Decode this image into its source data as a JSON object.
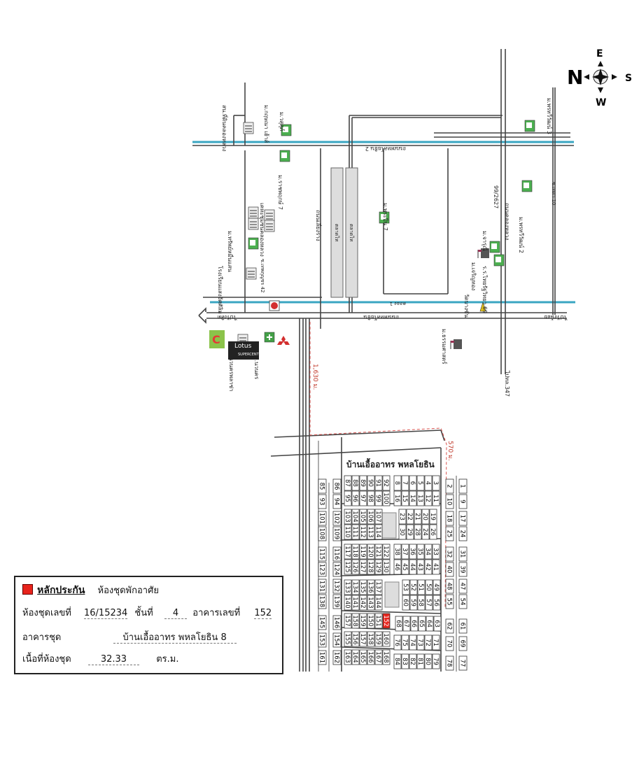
{
  "compass": {
    "n": "N",
    "e": "E",
    "s": "S",
    "w": "W"
  },
  "map": {
    "labels": [
      "สน.ที่ดินคลองหลวง",
      "ม.กฤษณา เฮ้าส์",
      "ม.วสุศุภ์",
      "ม.ราชพฤกษ์ 7",
      "เคหะชุมชนคลองหลวง",
      "ม.ทรัพย์หมื่นแสน",
      "โรงเรียนแสงอัศศัลิม",
      "ซ.เทพกุญชร 42",
      "ถนนเลี่ยงราง",
      "ตลาดไท",
      "ตลาดไท",
      "ม.พระปิ่น 7",
      "ถนนพหลโยธิน 2",
      "99/2627",
      "ถนนคลองหลวง",
      "ม.จารุณี",
      "ม.พรทวีวัฒน์ 2",
      "ม.พรทวีวัฒน์ 3",
      "ซ.เทศา 10",
      "ร.ร.ไทยรัฐวิทยา 69",
      "ม.เจริญทอง",
      "วัดบางขัน",
      "คลอง 1",
      "ถนนพหลโยธิน",
      "ไปรังสิต",
      "ไปวังน้อย",
      "ไปทล.347",
      "ม.ธรรมศาสตร์",
      "นวนครพลาซ่า",
      "รพ.นวนคร",
      "1,630 ม.",
      "570 ม.",
      "บ้านเอื้ออาทร พหลโยธิน",
      "Lotus",
      "SUPERCENTER"
    ],
    "units": {
      "b1_top_l": [
        "87",
        "88",
        "89",
        "90",
        "91",
        "92"
      ],
      "b1_top_r": [
        "8",
        "7",
        "6",
        "5",
        "4",
        "3"
      ],
      "b1_bot_l": [
        "95",
        "96",
        "97",
        "98",
        "99",
        "100"
      ],
      "b1_bot_r": [
        "16",
        "15",
        "14",
        "13",
        "12",
        "11"
      ],
      "b2_top_l": [
        "103",
        "104",
        "105",
        "106",
        "107"
      ],
      "b2_top_r": [
        "23",
        "22",
        "21",
        "20",
        "19"
      ],
      "b2_bot_l": [
        "110",
        "111",
        "112",
        "113",
        "114"
      ],
      "b2_bot_r": [
        "30",
        "29",
        "28",
        "24",
        "26"
      ],
      "b3_top_l": [
        "117",
        "118",
        "119",
        "120",
        "121",
        "122"
      ],
      "b3_top_r": [
        "38",
        "37",
        "36",
        "35",
        "34",
        "33"
      ],
      "b3_bot_l": [
        "125",
        "126",
        "127",
        "128",
        "129",
        "130"
      ],
      "b3_bot_r": [
        "46",
        "45",
        "44",
        "43",
        "42",
        "41"
      ],
      "b4_top_l": [
        "133",
        "134",
        "135",
        "136",
        "137"
      ],
      "b4_top_r": [
        "53",
        "52",
        "51",
        "50",
        "49"
      ],
      "b4_bot_l": [
        "140",
        "141",
        "142",
        "143",
        "144"
      ],
      "b4_bot_r": [
        "60",
        "59",
        "58",
        "57",
        "56"
      ],
      "b5_l": [
        "157",
        "158",
        "159",
        "150",
        "151",
        "152"
      ],
      "b5_r": [
        "68",
        "67",
        "66",
        "65",
        "64",
        "63"
      ],
      "b6_l": [
        "155",
        "156",
        "157",
        "158",
        "159",
        "160"
      ],
      "b6_r": [
        "76",
        "75",
        "74",
        "73",
        "72",
        "71"
      ],
      "b7_l": [
        "163",
        "164",
        "165",
        "166",
        "167",
        "168"
      ],
      "b7_r": [
        "84",
        "83",
        "82",
        "81",
        "80",
        "79"
      ],
      "col_a": [
        "85",
        "93",
        "101",
        "108",
        "115",
        "123",
        "131",
        "138",
        "145",
        "153",
        "161"
      ],
      "col_b": [
        "86",
        "94",
        "102",
        "109",
        "116",
        "124",
        "132",
        "139",
        "146",
        "154",
        "162"
      ],
      "col_c": [
        "2",
        "10",
        "18",
        "25",
        "32",
        "40",
        "48",
        "55",
        "62",
        "70",
        "78"
      ],
      "col_d": [
        "1",
        "9",
        "17",
        "24",
        "31",
        "39",
        "47",
        "54",
        "61",
        "69",
        "77"
      ]
    },
    "highlight_unit": "152",
    "colors": {
      "canal": "#3aa6c2",
      "road": "#444444",
      "highlight": "#e8231c",
      "boundary": "#d9534f",
      "house": "#4caf50"
    }
  },
  "info": {
    "title": "หลักประกัน",
    "type": "ห้องชุดพักอาศัย",
    "unit_no_label": "ห้องชุดเลขที่",
    "unit_no": "16/15234",
    "floor_label": "ชั้นที่",
    "floor": "4",
    "building_label": "อาคารเลขที่",
    "building": "152",
    "condo_label": "อาคารชุด",
    "condo": "บ้านเอื้ออาทร พหลโยธิน 8",
    "area_label": "เนื้อที่ห้องชุด",
    "area": "32.33",
    "area_unit": "ตร.ม."
  }
}
